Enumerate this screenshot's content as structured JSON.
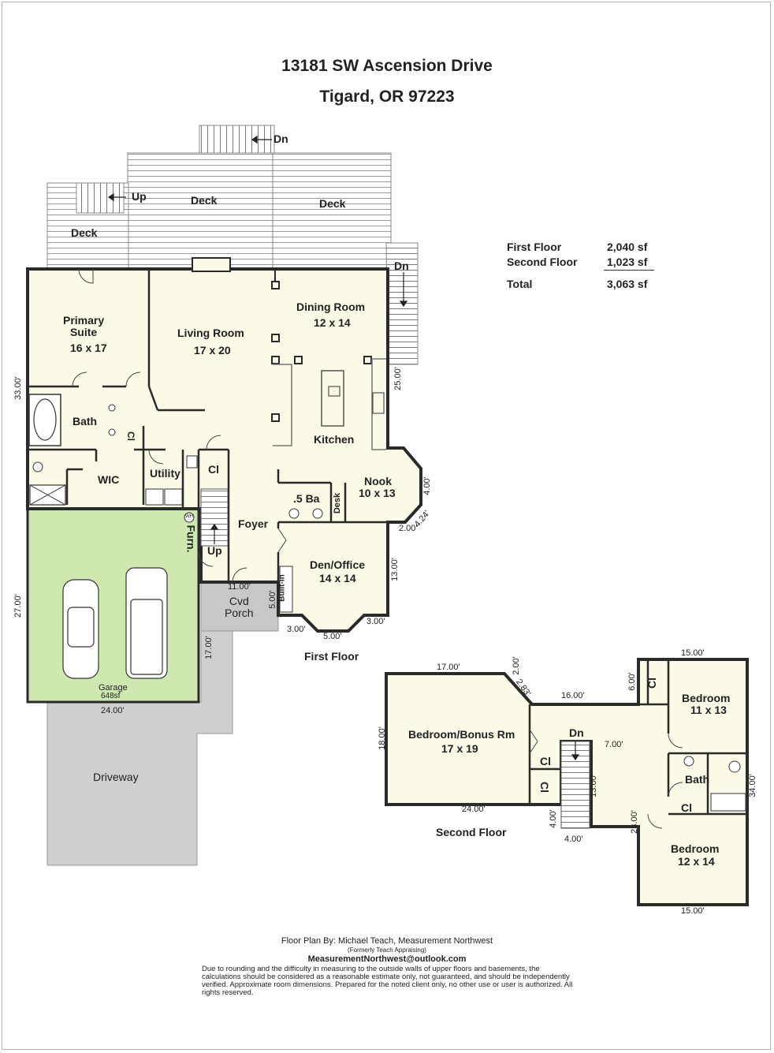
{
  "header": {
    "address": "13181 SW Ascension Drive",
    "city": "Tigard, OR 97223"
  },
  "areas": {
    "first_label": "First Floor",
    "first_value": "2,040 sf",
    "second_label": "Second Floor",
    "second_value": "1,023 sf",
    "total_label": "Total",
    "total_value": "3,063 sf"
  },
  "floor1": {
    "name": "First Floor",
    "deck1": "Deck",
    "deck2": "Deck",
    "deck3": "Deck",
    "up1": "Up",
    "dn1": "Dn",
    "dn2": "Dn",
    "primary_name": "Primary\nSuite",
    "primary_size": "16 x 17",
    "living_name": "Living Room",
    "living_size": "17 x 20",
    "dining_name": "Dining Room",
    "dining_size": "12 x 14",
    "kitchen": "Kitchen",
    "nook_name": "Nook",
    "nook_size": "10 x 13",
    "bath": "Bath",
    "wic": "WIC",
    "utility": "Utility",
    "cl1": "Cl",
    "cl2": "Cl",
    "half_bath": ".5 Ba",
    "desk": "Desk",
    "foyer": "Foyer",
    "up2": "Up",
    "furn": "Furn.",
    "wh": "WH",
    "den_name": "Den/Office",
    "den_size": "14 x 14",
    "builtin": "Built-in",
    "porch": "Cvd\nPorch",
    "garage": "Garage",
    "garage_area": "648sf",
    "driveway": "Driveway",
    "dims": {
      "d_33": "33.00'",
      "d_27": "27.00'",
      "d_24": "24.00'",
      "d_25": "25.00'",
      "d_4a": "4.00'",
      "d_424": "4.24'",
      "d_2a": "2.00'",
      "d_13a": "13.00'",
      "d_11": "11.00'",
      "d_5a": "5.00'",
      "d_17v": "17.00'",
      "d_3a": "3.00'",
      "d_5b": "5.00'",
      "d_3b": "3.00'"
    }
  },
  "floor2": {
    "name": "Second Floor",
    "bonus_name": "Bedroom/Bonus Rm",
    "bonus_size": "17 x 19",
    "bed1_name": "Bedroom",
    "bed1_size": "11 x 13",
    "bed2_name": "Bedroom",
    "bed2_size": "12 x 14",
    "bath": "Bath",
    "dn": "Dn",
    "cl1": "Cl",
    "cl2": "Cl",
    "cl3": "Cl",
    "cl4": "Cl",
    "dims": {
      "d_17": "17.00'",
      "d_2": "2.00'",
      "d_283": "2.83'",
      "d_16": "16.00'",
      "d_15top": "15.00'",
      "d_6": "6.00'",
      "d_18": "18.00'",
      "d_7": "7.00'",
      "d_13": "13.00'",
      "d_34": "34.00'",
      "d_24": "24.00'",
      "d_4v": "4.00'",
      "d_4h": "4.00'",
      "d_23": "23.00'",
      "d_15bot": "15.00'"
    }
  },
  "footer": {
    "credit": "Floor Plan By: Michael Teach, Measurement Northwest",
    "formerly": "(Formerly Teach Appraising)",
    "email": "MeasurementNorthwest@outlook.com",
    "disclaimer": "Due to rounding and the difficulty in measuring to the outside walls of upper floors and basements, the calculations should be considered as a reasonable estimate only, not guaranteed, and should be independently verified. Approximate room dimensions. Prepared for the noted client only, no other use or user is authorized. All rights reserved."
  },
  "colors": {
    "room_fill": "#fafae6",
    "garage_fill": "#cfe8b0",
    "porch_fill": "#c8c8c8",
    "driveway_fill": "#cfcfcf",
    "wall": "#2a2a2a"
  }
}
